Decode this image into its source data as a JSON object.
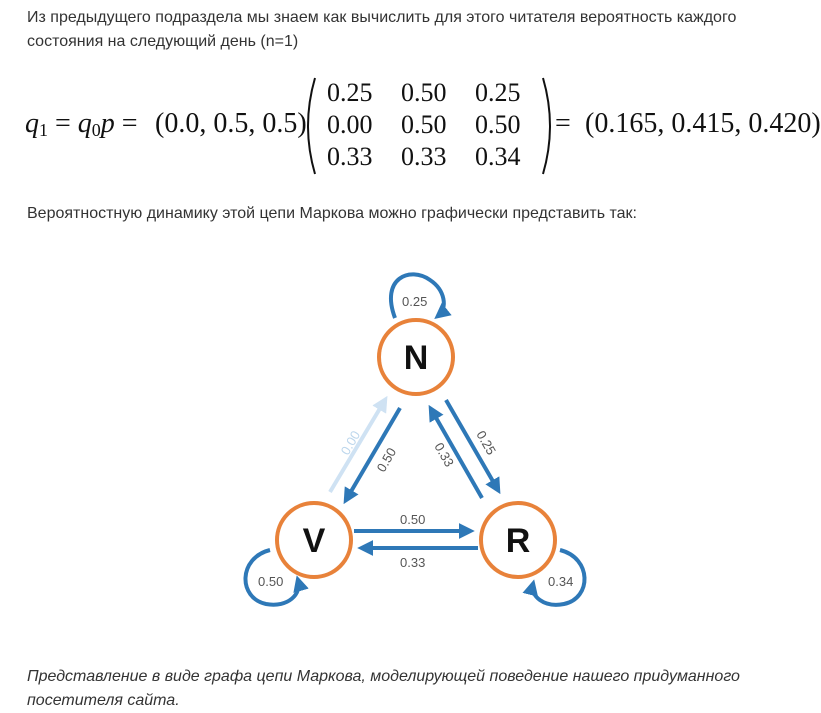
{
  "intro_text": "Из предыдущего подраздела мы знаем как вычислить для этого читателя вероятность каждого состояния на следующий день (n=1)",
  "formula": {
    "q1": "q",
    "q1_sub": "1",
    "eq": "=",
    "q0": "q",
    "q0_sub": "0",
    "p": "p",
    "eq2": "=",
    "vector_q0": "(0.0, 0.5, 0.5)",
    "matrix": [
      [
        "0.25",
        "0.50",
        "0.25"
      ],
      [
        "0.00",
        "0.50",
        "0.50"
      ],
      [
        "0.33",
        "0.33",
        "0.34"
      ]
    ],
    "eq3": "=",
    "result": "(0.165, 0.415, 0.420)"
  },
  "graph_intro": "Вероятностную динамику этой цепи Маркова можно графически представить так:",
  "graph": {
    "colors": {
      "node_border": "#e8823a",
      "edge": "#2e78b7",
      "edge_faint": "#cfe2f3",
      "label": "#555555"
    },
    "nodes": {
      "N": "N",
      "V": "V",
      "R": "R"
    },
    "edges": {
      "N_N": "0.25",
      "V_V": "0.50",
      "R_R": "0.34",
      "V_N": "0.00",
      "N_V": "0.50",
      "R_N": "0.33",
      "N_R": "0.25",
      "V_R": "0.50",
      "R_V": "0.33"
    }
  },
  "caption": "Представление в виде графа цепи Маркова, моделирующей поведение нашего придуманного посетителя сайта."
}
